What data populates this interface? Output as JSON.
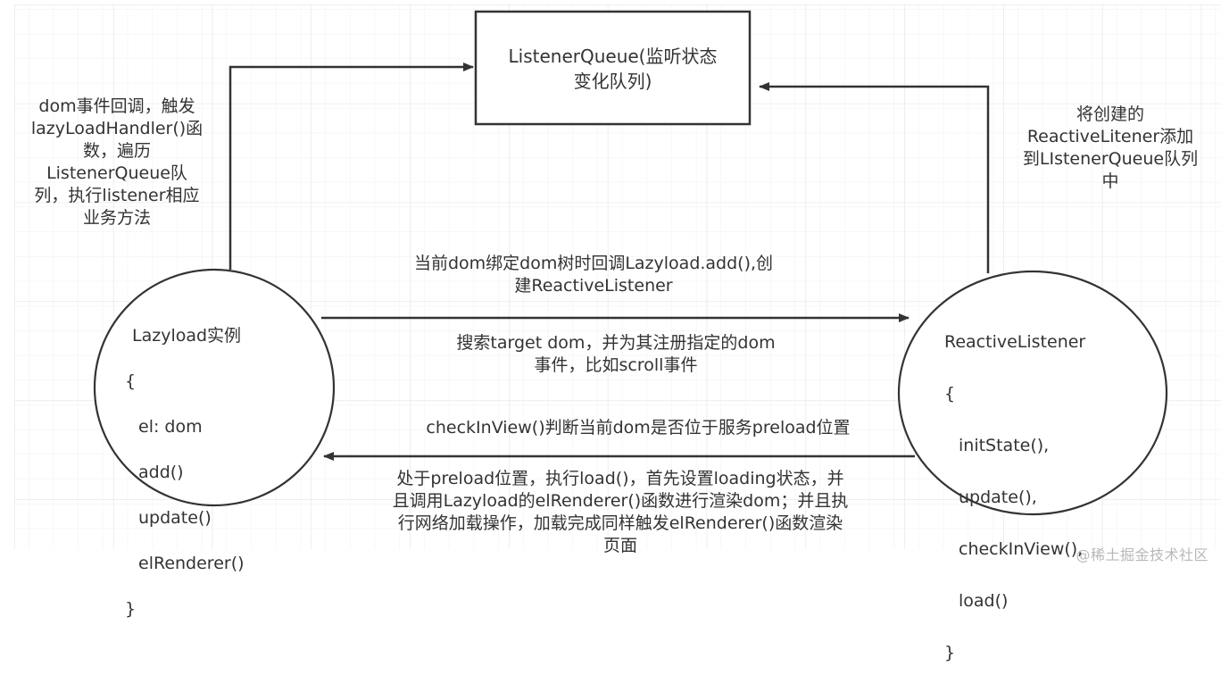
{
  "diagram": {
    "title": "Lazyload 工作流程图",
    "nodes": {
      "listener_queue": {
        "label": "ListenerQueue(监听状态\n变化队列)"
      },
      "lazyload": {
        "title": "Lazyload实例",
        "open_brace": "{",
        "members": [
          "el: dom",
          "add()",
          "update()",
          "elRenderer()"
        ],
        "close_brace": "}"
      },
      "reactive_listener": {
        "title": "ReactiveListener",
        "open_brace": "{",
        "members": [
          "initState(),",
          "update(),",
          "checkInView(),",
          "load()"
        ],
        "close_brace": "}"
      }
    },
    "edges": {
      "lazyload_to_queue": {
        "label": "dom事件回调，触发\nlazyLoadHandler()函\n数，遍历\nListenerQueue队\n列，执行listener相应\n业务方法"
      },
      "listener_to_queue": {
        "label": "将创建的\nReactiveLitener添加\n到LIstenerQueue队列\n中"
      },
      "lazyload_to_listener": {
        "label_above": "当前dom绑定dom树时回调Lazyload.add(),创\n建ReactiveListener",
        "label_below": "搜索target dom，并为其注册指定的dom\n事件，比如scroll事件"
      },
      "listener_to_lazyload": {
        "label_above": "checkInView()判断当前dom是否位于服务preload位置",
        "label_below": "处于preload位置，执行load()，首先设置loading状态，并\n且调用Lazyload的elRenderer()函数进行渲染dom；并且执\n行网络加载操作，加载完成同样触发elRenderer()函数渲染\n页面"
      }
    },
    "colors": {
      "stroke": "#333333",
      "text": "#333333",
      "grid_minor": "#f0f0f0",
      "grid_major": "#e6e6e6",
      "background": "#ffffff"
    }
  },
  "watermark": "@稀土掘金技术社区"
}
